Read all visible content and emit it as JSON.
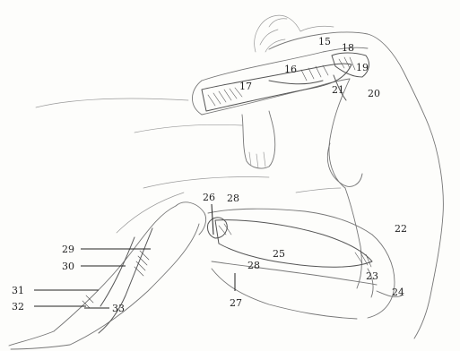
{
  "figure": {
    "labels": [
      "15",
      "16",
      "17",
      "18",
      "19",
      "20",
      "21",
      "22",
      "23",
      "24",
      "25",
      "26",
      "27",
      "28",
      "28",
      "29",
      "30",
      "31",
      "32",
      "33"
    ]
  }
}
